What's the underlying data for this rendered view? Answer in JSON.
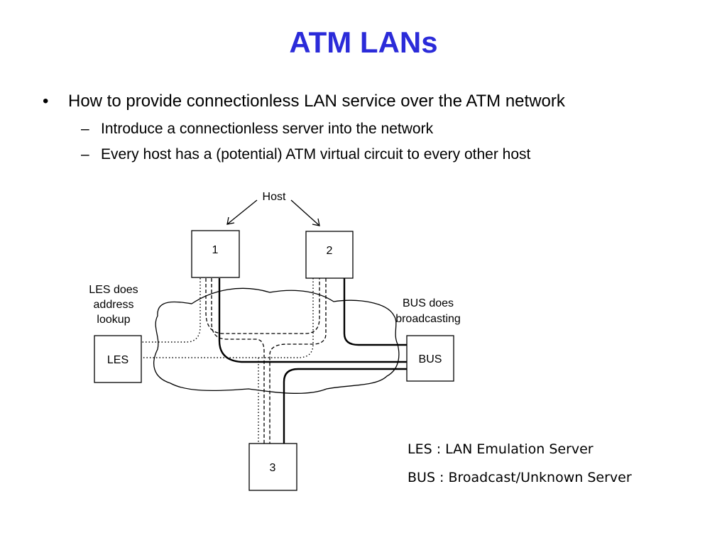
{
  "slide": {
    "title": "ATM LANs",
    "title_color": "#2b2bd9",
    "bullet": "How to provide connectionless LAN service over the ATM network",
    "sub_bullets": [
      "Introduce a connectionless server into the network",
      "Every host has a (potential) ATM virtual circuit to every other host"
    ]
  },
  "diagram": {
    "host_label": "Host",
    "nodes": {
      "host1": "1",
      "host2": "2",
      "host3": "3",
      "les": "LES",
      "bus": "BUS"
    },
    "les_note": [
      "LES does",
      "address",
      "lookup"
    ],
    "bus_note": [
      "BUS does",
      "broadcasting"
    ]
  },
  "legend": [
    "LES : LAN Emulation Server",
    "BUS : Broadcast/Unknown Server"
  ]
}
